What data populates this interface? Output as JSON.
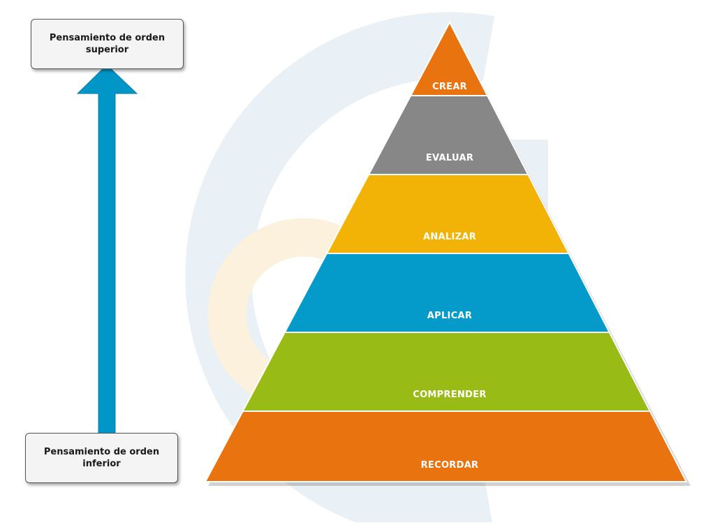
{
  "title": "",
  "colors": {
    "watermark_blue": "#e9f1f6",
    "watermark_yellow": "#fbf1dc",
    "arrow": "#0096c7",
    "arrow_outline": "#0c7fa6",
    "tier_divider": "#ffffff"
  },
  "arrow": {
    "direction": "up",
    "top_label": "Pensamiento de orden superior",
    "bottom_label": "Pensamiento de orden inferior"
  },
  "pyramid": {
    "tiers": [
      {
        "label": "CREAR",
        "color": "#e8730f"
      },
      {
        "label": "EVALUAR",
        "color": "#878787"
      },
      {
        "label": "ANALIZAR",
        "color": "#f2b306"
      },
      {
        "label": "APLICAR",
        "color": "#049ac9"
      },
      {
        "label": "COMPRENDER",
        "color": "#99bb16"
      },
      {
        "label": "RECORDAR",
        "color": "#e8730f"
      }
    ]
  }
}
